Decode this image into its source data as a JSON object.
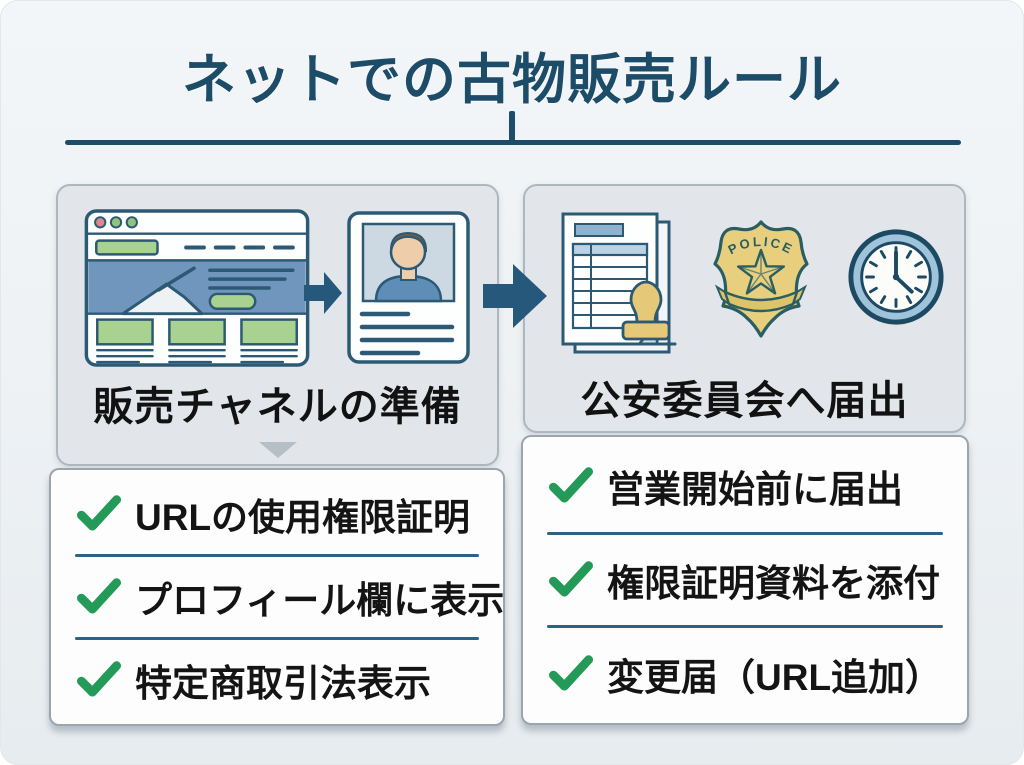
{
  "title": "ネットでの古物販売ルール",
  "left_step": {
    "label": "販売チャネルの準備",
    "checklist": [
      "URLの使用権限証明",
      "プロフィール欄に表示",
      "特定商取引法表示"
    ]
  },
  "right_step": {
    "label": "公安委員会へ届出",
    "checklist": [
      "営業開始前に届出",
      "権限証明資料を添付",
      "変更届（URL追加）"
    ]
  },
  "badge": {
    "label": "POLICE"
  },
  "icons": {
    "check": "✓",
    "flow-arrow": "→",
    "triangle-down": "▼",
    "browser-illustration": "website-storefront-mockup",
    "id-card-illustration": "profile-id-card",
    "document-stamp-illustration": "application-form-with-stamp",
    "police-badge-illustration": "police-badge",
    "clock-illustration": "clock-at-four"
  },
  "colors": {
    "accent_blue": "#1c4c68",
    "arrow_blue": "#26587c",
    "check_green": "#239a58",
    "panel_gray": "#e2e6ea",
    "divider_blue": "#2e6285",
    "badge_gold": "#e8cf7e",
    "hero_blue": "#7096be",
    "leaf_green": "#a9d18f"
  }
}
